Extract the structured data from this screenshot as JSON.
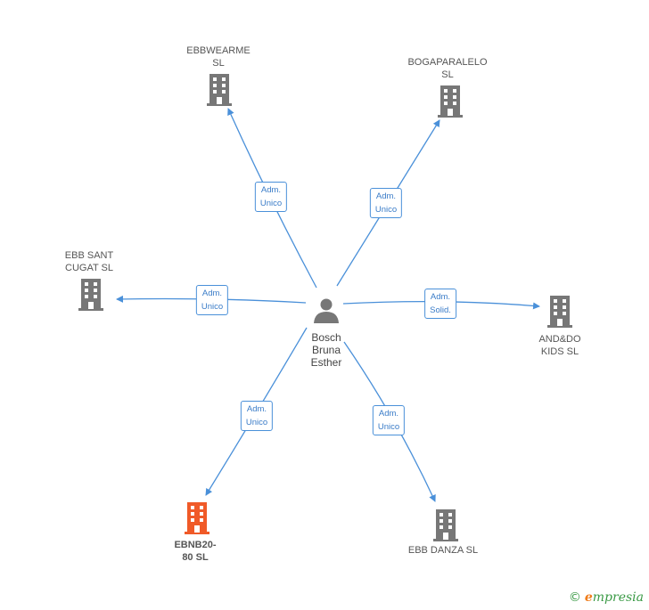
{
  "center": {
    "name": [
      "Bosch",
      "Bruna",
      "Esther"
    ],
    "icon": "person-icon"
  },
  "companies": [
    {
      "id": "ebbwearme",
      "name": [
        "EBBWEARME",
        "SL"
      ],
      "icon": "building-icon",
      "color": "#777777",
      "role": [
        "Adm.",
        "Unico"
      ]
    },
    {
      "id": "bogaparalelo",
      "name": [
        "BOGAPARALELO",
        "SL"
      ],
      "icon": "building-icon",
      "color": "#777777",
      "role": [
        "Adm.",
        "Unico"
      ]
    },
    {
      "id": "ebb-sant-cugat",
      "name": [
        "EBB SANT",
        "CUGAT  SL"
      ],
      "icon": "building-icon",
      "color": "#777777",
      "role": [
        "Adm.",
        "Unico"
      ]
    },
    {
      "id": "anddo-kids",
      "name": [
        "AND&DO",
        "KIDS  SL"
      ],
      "icon": "building-icon",
      "color": "#777777",
      "role": [
        "Adm.",
        "Solid."
      ]
    },
    {
      "id": "ebnb20-80",
      "name": [
        "EBNB20-",
        "80  SL"
      ],
      "icon": "building-icon",
      "color": "#f05a28",
      "role": [
        "Adm.",
        "Unico"
      ]
    },
    {
      "id": "ebb-danza",
      "name": [
        "EBB DANZA  SL"
      ],
      "icon": "building-icon",
      "color": "#777777",
      "role": [
        "Adm.",
        "Unico"
      ]
    }
  ],
  "colors": {
    "edge": "#4a90d9",
    "building": "#777777",
    "highlight": "#f05a28"
  },
  "footer": {
    "copyright": "©",
    "brand_initial": "e",
    "brand_rest": "mpresia"
  }
}
